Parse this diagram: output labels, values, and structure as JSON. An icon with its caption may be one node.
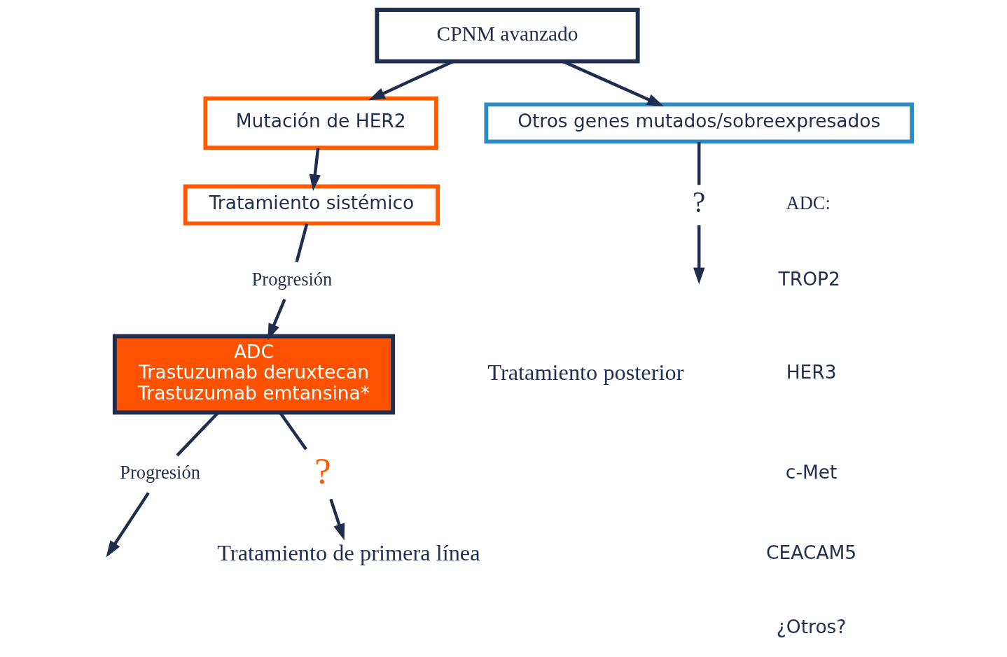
{
  "diagram": {
    "nodes": [
      {
        "text": [
          "CPNM avanzado"
        ]
      },
      {
        "text": [
          "Mutación de HER2"
        ]
      },
      {
        "text": [
          "Tratamiento sistémico"
        ]
      },
      {
        "text": [
          "Progresión"
        ]
      },
      {
        "text": [
          "ADC",
          "Trastuzumab deruxtecan",
          "Trastuzumab emtansina*"
        ]
      },
      {
        "text": [
          "Progresión"
        ]
      },
      {
        "text": [
          "Otros genes mutados/sobreexpresados"
        ]
      },
      {
        "text": [
          "?"
        ]
      },
      {
        "text": [
          "?"
        ]
      },
      {
        "text": [
          "Tratamiento de primera línea"
        ]
      }
    ],
    "edges": [
      {
        "from": 0,
        "to": 1,
        "arrow": "to"
      },
      {
        "from": 0,
        "to": 6,
        "arrow": "to"
      },
      {
        "from": 1,
        "to": 2,
        "arrow": "to"
      },
      {
        "from": 2,
        "to": 3,
        "arrow": "none"
      },
      {
        "from": 3,
        "to": 4,
        "arrow": "to"
      },
      {
        "from": 4,
        "to": 5,
        "arrow": "none"
      },
      {
        "from": 5,
        "to": null,
        "arrow": "to"
      },
      {
        "from": 6,
        "to": 7,
        "arrow": "none"
      },
      {
        "from": 7,
        "to": null,
        "arrow": "to"
      },
      {
        "from": 4,
        "to": 8,
        "arrow": "none"
      },
      {
        "from": 8,
        "to": 9,
        "arrow": "to"
      }
    ],
    "labels": [
      "Tratamiento posterior",
      "ADC:",
      "TROP2",
      "HER3",
      "c-Met",
      "CEACAM5",
      "¿Otros?"
    ]
  }
}
